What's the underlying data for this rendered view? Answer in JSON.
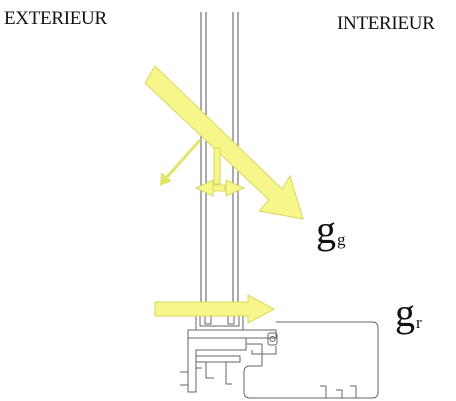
{
  "labels": {
    "exterior": "EXTERIEUR",
    "interior": "INTERIEUR"
  },
  "symbols": {
    "glazing": {
      "base": "g",
      "subscript": "g"
    },
    "frame": {
      "base": "g",
      "subscript": "r"
    }
  },
  "colors": {
    "arrow_fill": "#f6f68a",
    "drawing_line": "#666666"
  }
}
